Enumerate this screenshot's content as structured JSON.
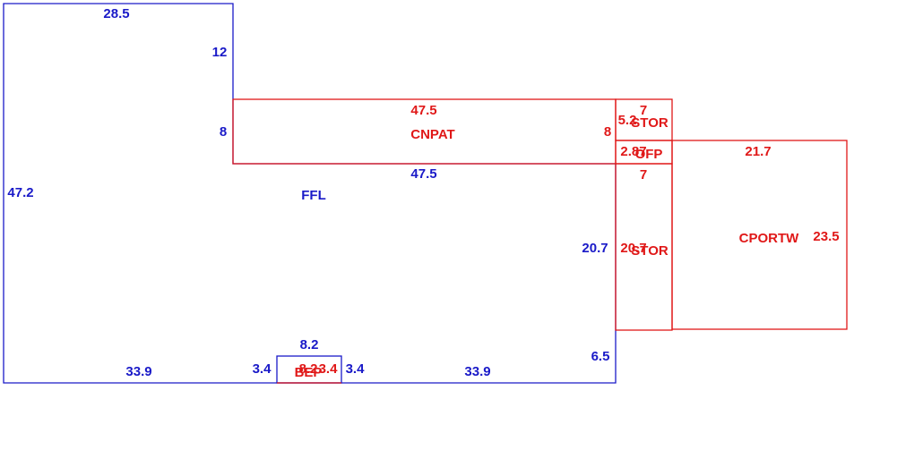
{
  "colors": {
    "primary": "#1a1ac8",
    "secondary": "#e01818",
    "background": "#ffffff"
  },
  "areas": {
    "ffl": "FFL",
    "cnpat": "CNPAT",
    "stor_upper": "STOR",
    "ofp": "OFP",
    "stor_lower": "STOR",
    "cportw": "CPORTW",
    "bep": "BEP"
  },
  "dimensions": {
    "ffl_top": "28.5",
    "ffl_notch_right": "12",
    "ffl_notch_inner": "8",
    "ffl_left": "47.2",
    "ffl_mid": "47.5",
    "ffl_right": "20.7",
    "ffl_right_low": "6.5",
    "ffl_bottom_left": "33.9",
    "ffl_bottom_right": "33.9",
    "bep_top": "8.2",
    "bep_left": "3.4",
    "bep_right": "3.4",
    "bep_inner_1": "8.2",
    "bep_inner_2": "3.4",
    "cnpat_top": "47.5",
    "cnpat_right": "8",
    "stor_upper_top": "7",
    "stor_upper_side": "5.2",
    "ofp_side": "2.87",
    "ofp_bottom": "7",
    "stor_lower_side": "20.7",
    "cportw_top": "21.7",
    "cportw_right": "23.5"
  }
}
